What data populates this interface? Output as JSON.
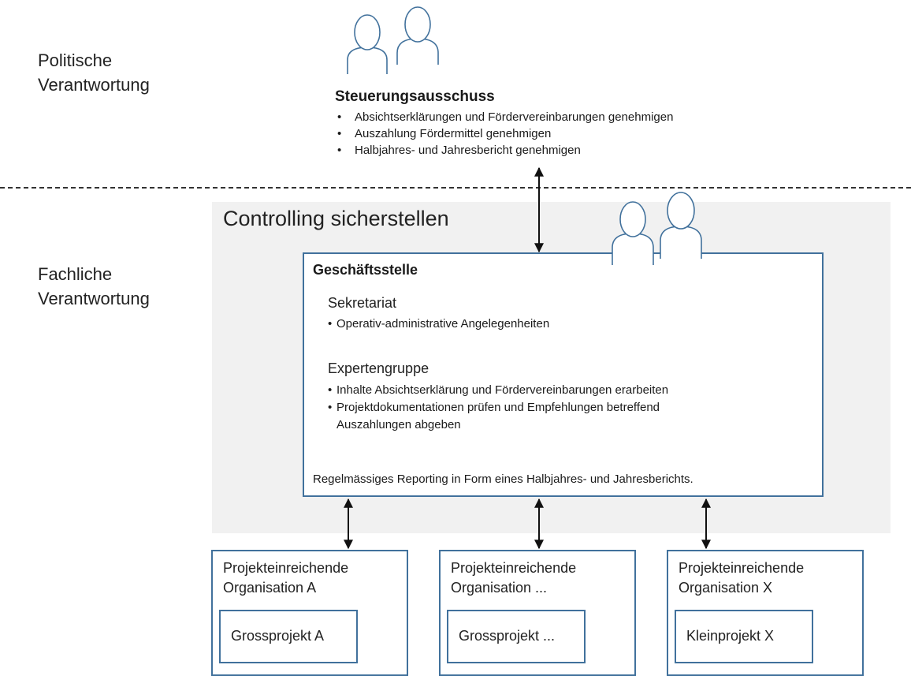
{
  "levels": {
    "political": "Politische\nVerantwortung",
    "technical": "Fachliche\nVerantwortung"
  },
  "steering_committee": {
    "title": "Steuerungsausschuss",
    "items": [
      "Absichtserklärungen und Fördervereinbarungen genehmigen",
      "Auszahlung Fördermittel genehmigen",
      "Halbjahres- und Jahresbericht genehmigen"
    ]
  },
  "controlling": {
    "title": "Controlling sicherstellen"
  },
  "office": {
    "title": "Geschäftsstelle",
    "secretariat": {
      "title": "Sekretariat",
      "items": [
        "Operativ-administrative Angelegenheiten"
      ]
    },
    "expert_group": {
      "title": "Expertengruppe",
      "items": [
        "Inhalte Absichtserklärung und Fördervereinbarungen erarbeiten",
        "Projektdokumentationen prüfen und Empfehlungen betreffend Auszahlungen abgeben"
      ]
    },
    "footer": "Regelmässiges Reporting in Form eines Halbjahres- und Jahresberichts."
  },
  "organisations": [
    {
      "title": "Projekteinreichende\nOrganisation A",
      "project": "Grossprojekt A"
    },
    {
      "title": "Projekteinreichende\nOrganisation ...",
      "project": "Grossprojekt ..."
    },
    {
      "title": "Projekteinreichende\nOrganisation X",
      "project": "Kleinprojekt X"
    }
  ],
  "colors": {
    "box_border": "#41719c",
    "area_fill": "#f1f1f1",
    "person_icon": "#41719c"
  }
}
